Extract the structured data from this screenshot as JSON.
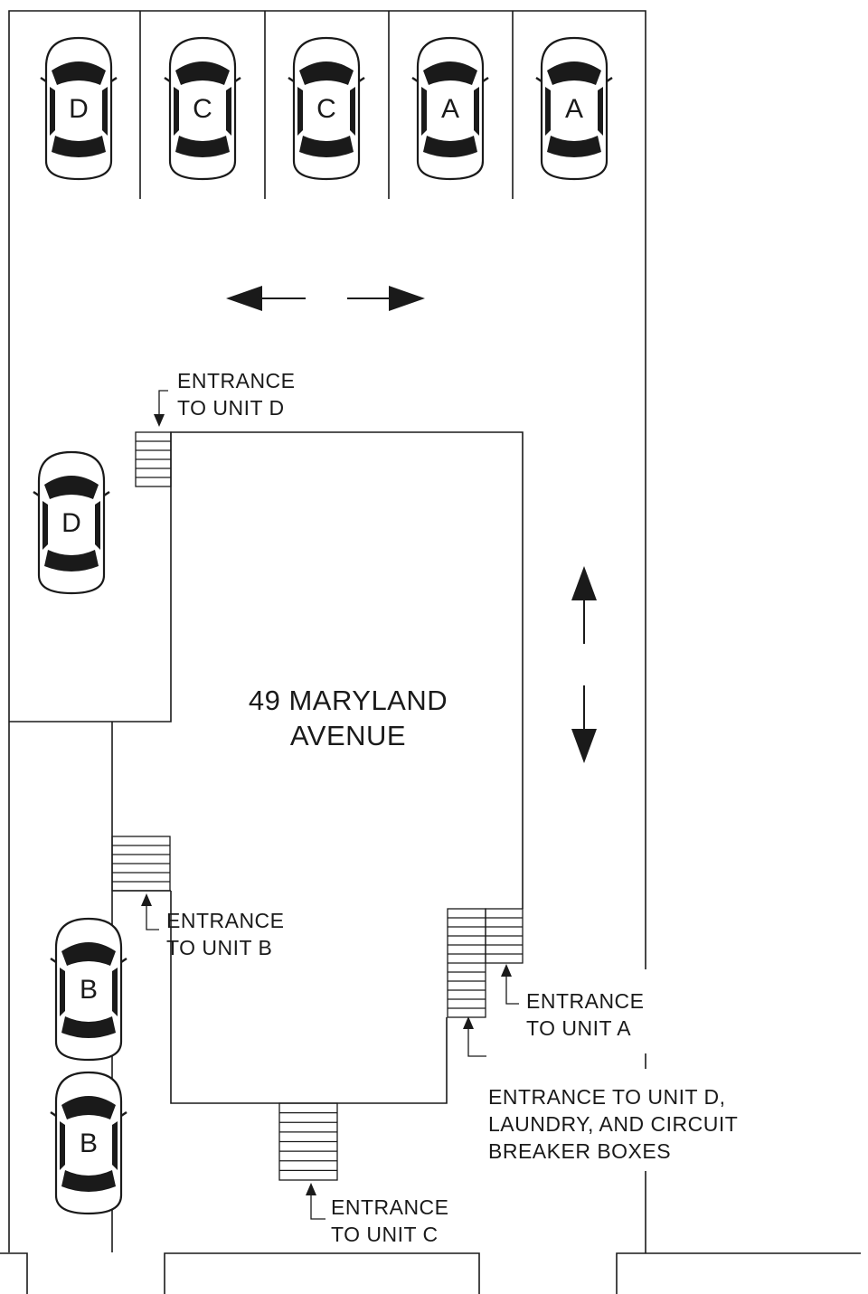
{
  "building": {
    "address_line1": "49 MARYLAND",
    "address_line2": "AVENUE"
  },
  "cars": {
    "top_row": [
      "D",
      "C",
      "C",
      "A",
      "A"
    ],
    "left_side": [
      "D"
    ],
    "bottom_left": [
      "B",
      "B"
    ]
  },
  "labels": {
    "unit_d_entrance": [
      "ENTRANCE",
      "TO UNIT D"
    ],
    "unit_b_entrance": [
      "ENTRANCE",
      "TO UNIT B"
    ],
    "unit_a_entrance": [
      "ENTRANCE",
      "TO UNIT A"
    ],
    "unit_c_entrance": [
      "ENTRANCE",
      "TO UNIT C"
    ],
    "laundry_entrance": [
      "ENTRANCE TO UNIT D,",
      "LAUNDRY, AND CIRCUIT",
      "BREAKER BOXES"
    ]
  },
  "traffic_arrows": [
    "left",
    "right",
    "up",
    "down"
  ],
  "colors": {
    "ink": "#1a1a1a",
    "background": "#ffffff"
  }
}
